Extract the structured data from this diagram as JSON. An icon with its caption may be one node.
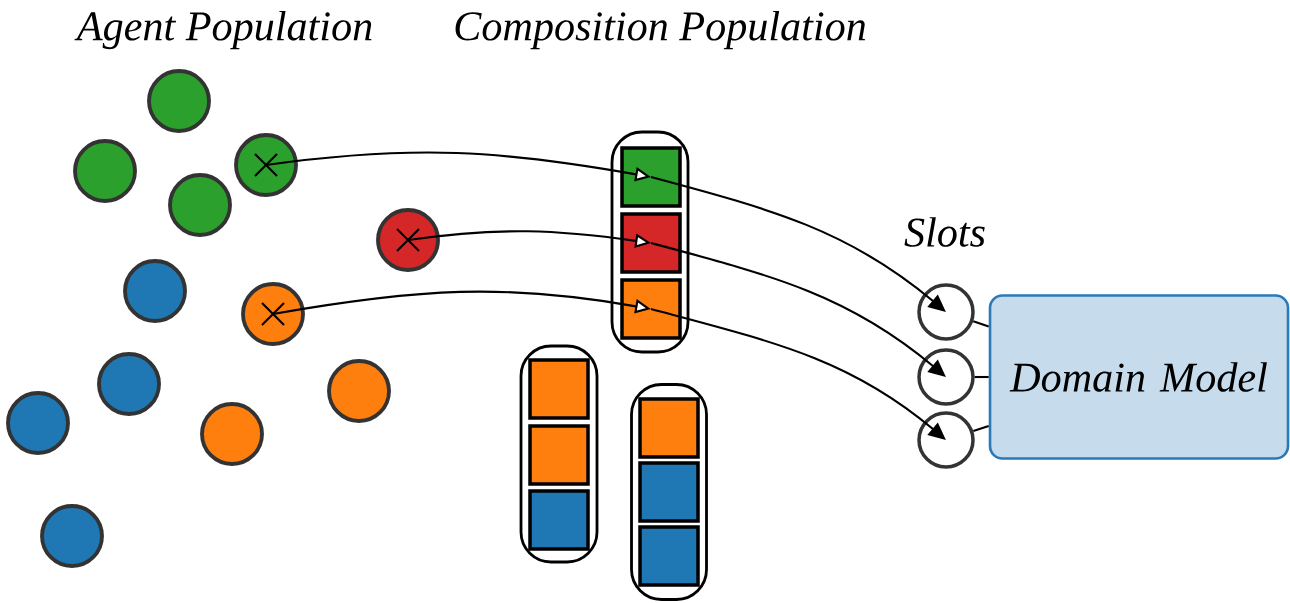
{
  "diagram": {
    "nodes": [
      {
        "text": [],
        "shape": "circle"
      },
      {
        "text": [],
        "shape": "circle"
      },
      {
        "text": [],
        "shape": "circle"
      },
      {
        "text": [],
        "shape": "circle"
      },
      {
        "text": [],
        "shape": "circle"
      },
      {
        "text": [],
        "shape": "circle"
      },
      {
        "text": [],
        "shape": "circle"
      },
      {
        "text": [],
        "shape": "circle"
      },
      {
        "text": [],
        "shape": "circle"
      },
      {
        "text": [],
        "shape": "circle"
      },
      {
        "text": [],
        "shape": "circle"
      },
      {
        "text": [],
        "shape": "circle"
      },
      {
        "text": [],
        "shape": "box"
      },
      {
        "text": [],
        "shape": "box",
        "in": 12
      },
      {
        "text": [],
        "shape": "box",
        "in": 12
      },
      {
        "text": [],
        "shape": "box",
        "in": 12
      },
      {
        "text": [],
        "shape": "box"
      },
      {
        "text": [],
        "shape": "box",
        "in": 16
      },
      {
        "text": [],
        "shape": "box",
        "in": 16
      },
      {
        "text": [],
        "shape": "box",
        "in": 16
      },
      {
        "text": [],
        "shape": "box"
      },
      {
        "text": [],
        "shape": "box",
        "in": 20
      },
      {
        "text": [],
        "shape": "box",
        "in": 20
      },
      {
        "text": [],
        "shape": "box",
        "in": 20
      },
      {
        "text": [],
        "shape": "circle"
      },
      {
        "text": [],
        "shape": "circle"
      },
      {
        "text": [],
        "shape": "circle"
      },
      {
        "text": [
          "Domain Model"
        ]
      }
    ],
    "edges": [
      {
        "from": 1,
        "to": 13,
        "arrow": "to"
      },
      {
        "from": 13,
        "to": 24,
        "arrow": "to"
      },
      {
        "from": 4,
        "to": 14,
        "arrow": "to"
      },
      {
        "from": 14,
        "to": 25,
        "arrow": "to"
      },
      {
        "from": 6,
        "to": 15,
        "arrow": "to"
      },
      {
        "from": 15,
        "to": 26,
        "arrow": "to"
      },
      {
        "from": 24,
        "to": 27,
        "arrow": "none"
      },
      {
        "from": 25,
        "to": 27,
        "arrow": "none"
      },
      {
        "from": 26,
        "to": 27,
        "arrow": "none"
      }
    ],
    "labels": [
      "Agent Population",
      "Composition Population",
      "Slots"
    ]
  }
}
